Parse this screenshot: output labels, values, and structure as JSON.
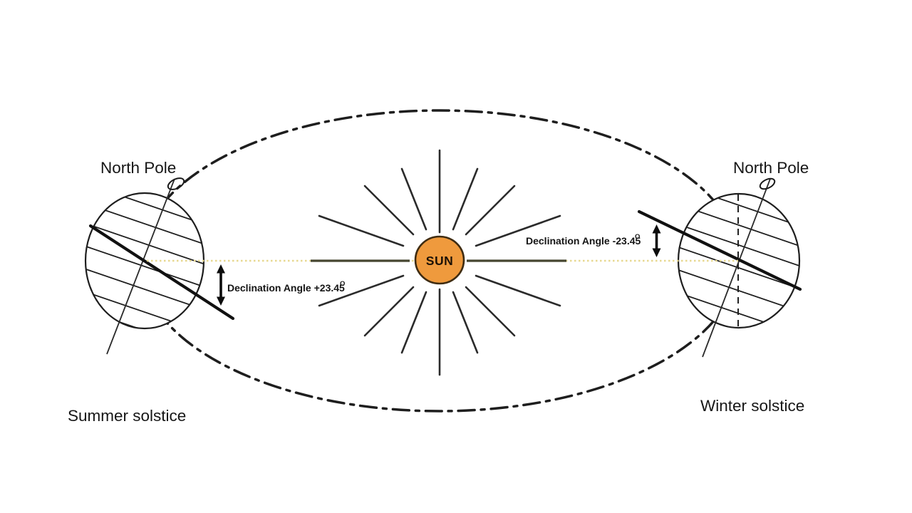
{
  "diagram": {
    "description": "Earth orbit solstice diagram with solar declination angles",
    "labels": {
      "north_pole_left": "North Pole",
      "north_pole_right": "North Pole",
      "summer_solstice": "Summer solstice",
      "winter_solstice": "Winter solstice",
      "sun": "SUN",
      "declination_summer": "Declination Angle +23.45",
      "declination_summer_sup": "O",
      "declination_winter": "Declination Angle -23.45",
      "declination_winter_sup": "O"
    },
    "values": {
      "declination_summer_deg": "+23.45",
      "declination_winter_deg": "-23.45"
    },
    "colors": {
      "ink": "#1e1e1e",
      "sun_fill": "#ef9a3d",
      "sun_stroke": "#3f2c12",
      "ecliptic_dotted": "#e7d890"
    }
  }
}
